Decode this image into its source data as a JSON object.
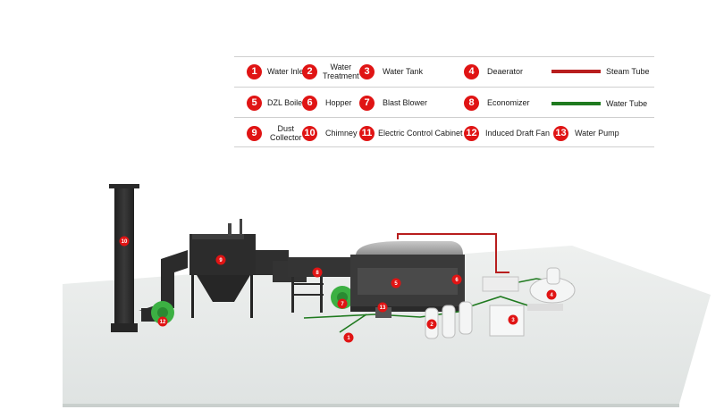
{
  "legend": {
    "items": [
      {
        "num": "1",
        "label": "Water Inlet"
      },
      {
        "num": "2",
        "label": "Water\nTreatment"
      },
      {
        "num": "3",
        "label": "Water Tank"
      },
      {
        "num": "4",
        "label": "Deaerator"
      },
      {
        "num": "5",
        "label": "DZL Boiler"
      },
      {
        "num": "6",
        "label": "Hopper"
      },
      {
        "num": "7",
        "label": "Blast Blower"
      },
      {
        "num": "8",
        "label": "Economizer"
      },
      {
        "num": "9",
        "label": "Dust\nCollector"
      },
      {
        "num": "10",
        "label": "Chimney"
      },
      {
        "num": "11",
        "label": "Electric Control Cabinet"
      },
      {
        "num": "12",
        "label": "Induced Draft Fan"
      },
      {
        "num": "13",
        "label": "Water Pump"
      }
    ],
    "lines": [
      {
        "label": "Steam Tube",
        "color": "#b81e1e"
      },
      {
        "label": "Water Tube",
        "color": "#1f7a1f"
      }
    ]
  },
  "diagram_markers": [
    "10",
    "9",
    "12",
    "8",
    "7",
    "5",
    "6",
    "13",
    "1",
    "2",
    "3",
    "4"
  ],
  "colors": {
    "badge": "#e01414",
    "steel": "#2e2e2e",
    "fan": "#3cb043",
    "floor": "#e8ebea"
  }
}
